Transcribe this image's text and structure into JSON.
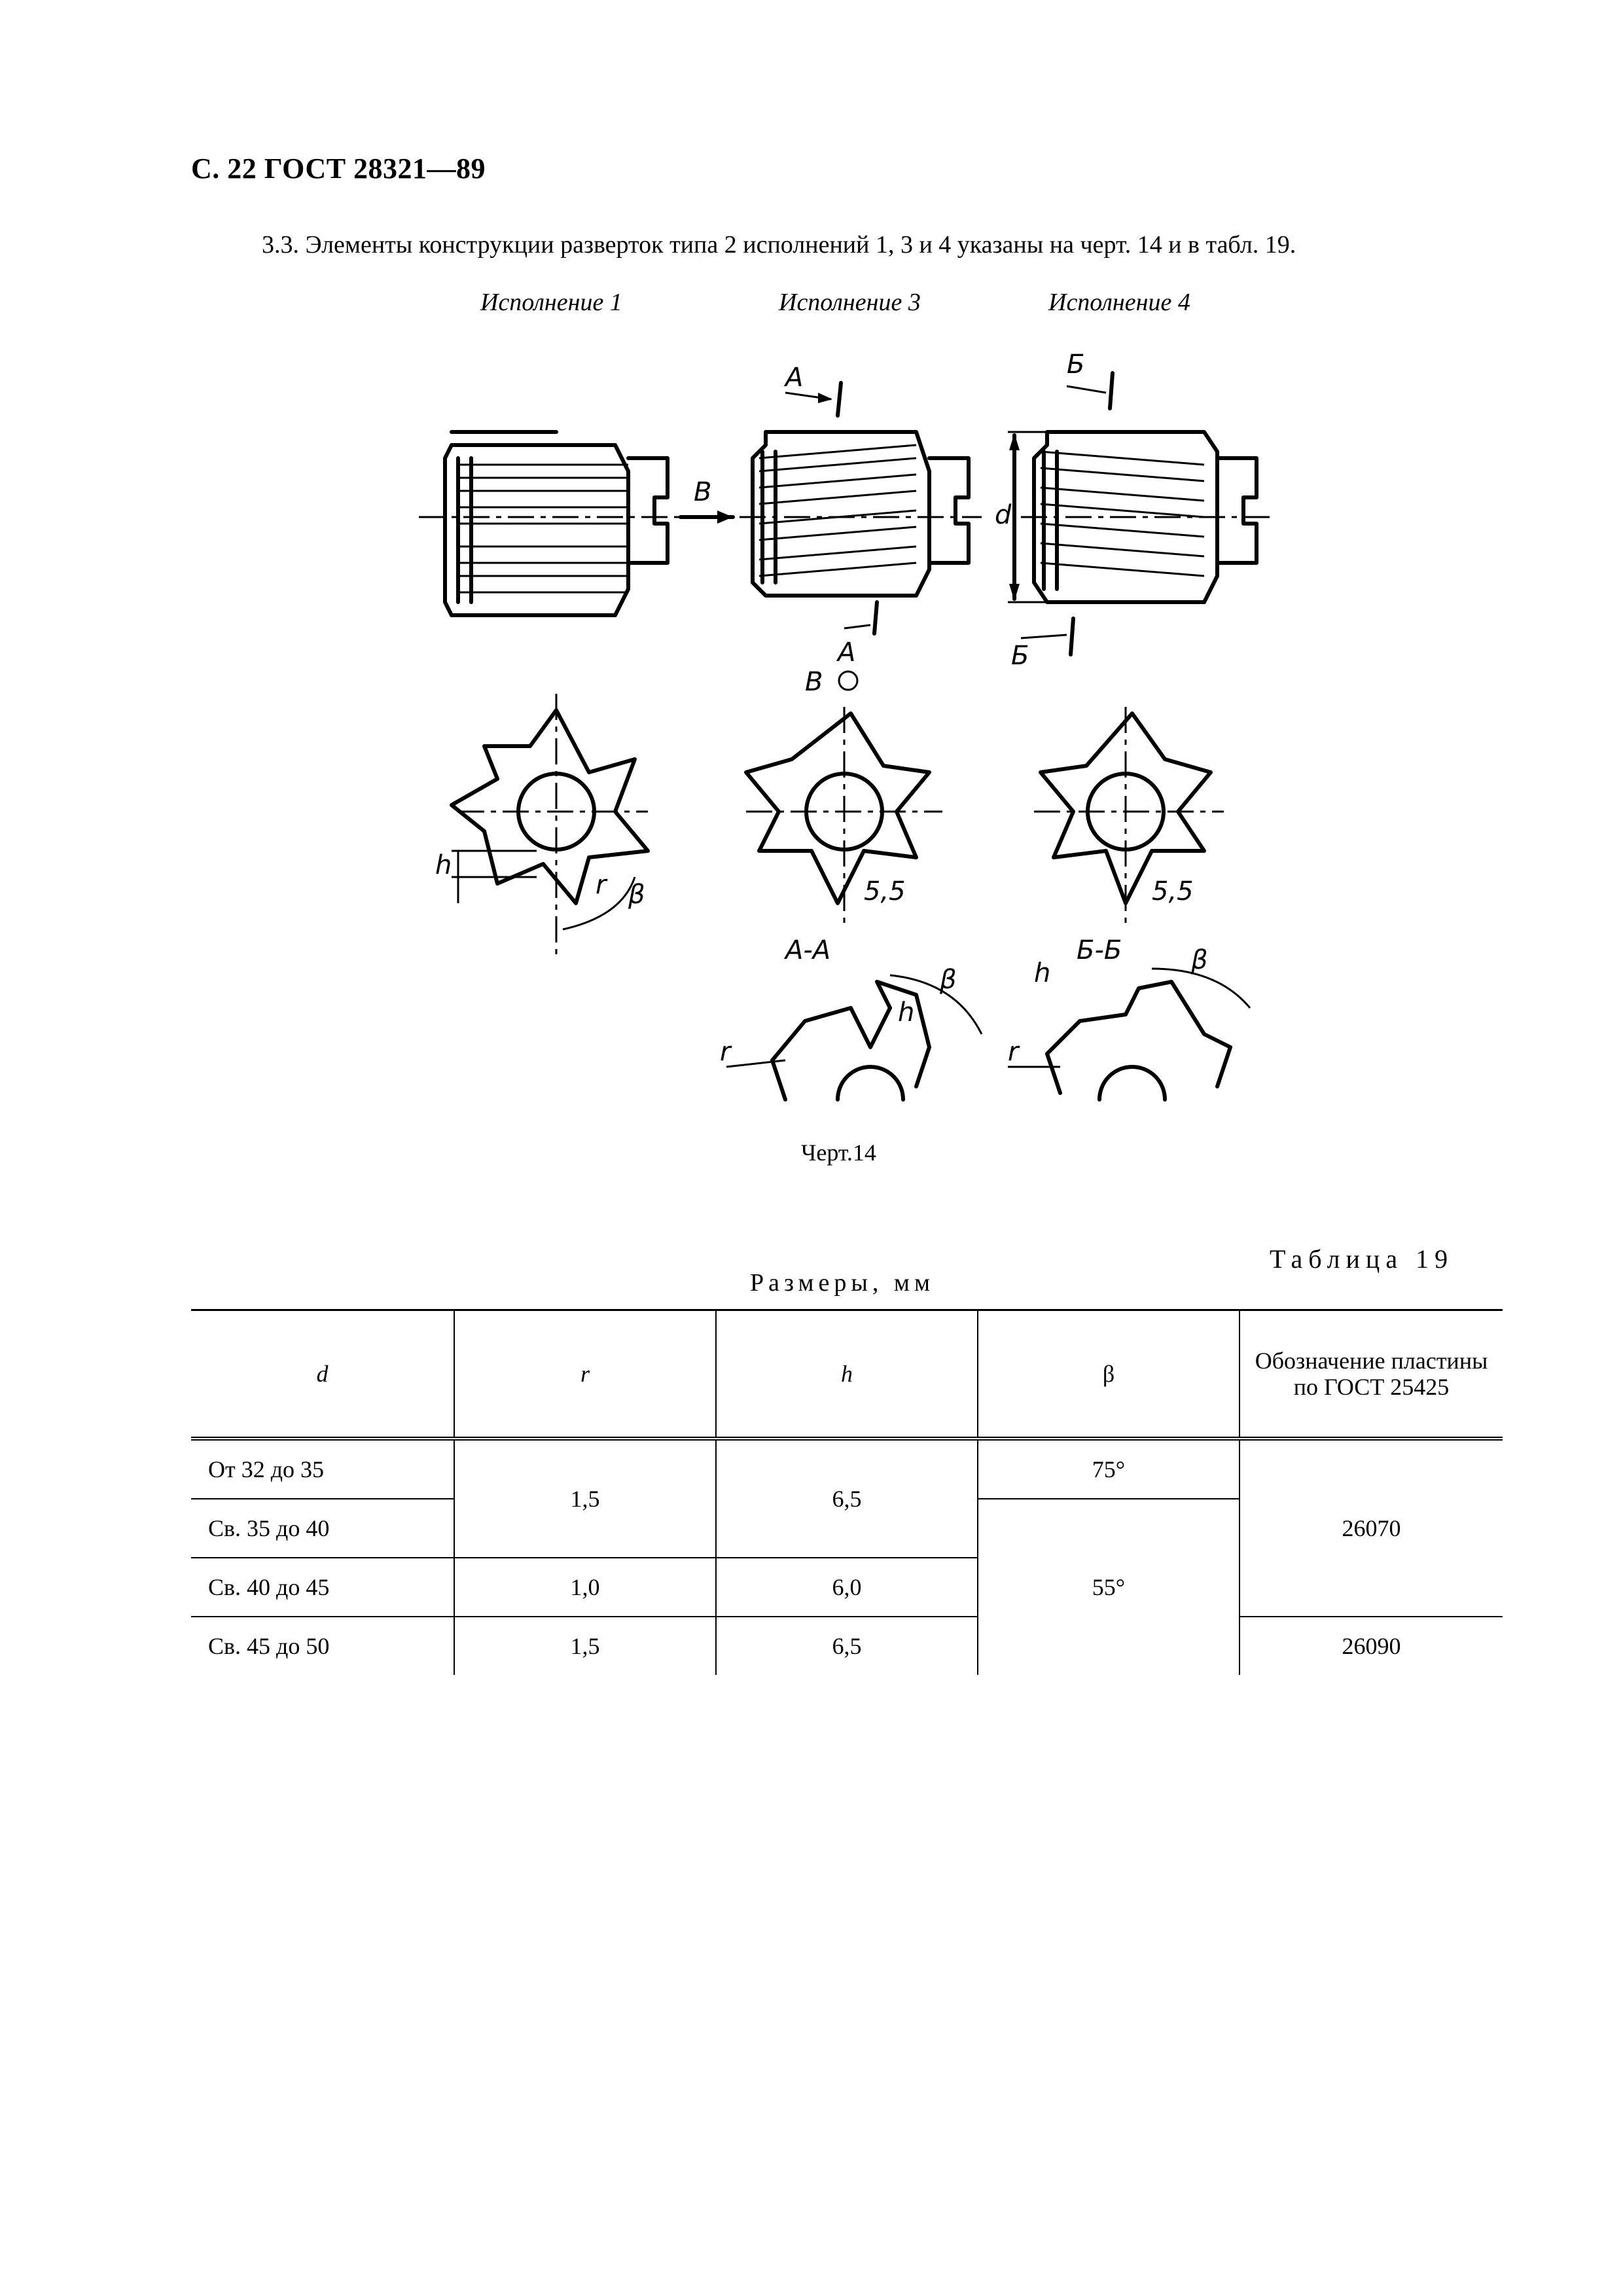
{
  "header": {
    "text": "С. 22 ГОСТ 28321—89"
  },
  "paragraph": {
    "text": "3.3. Элементы конструкции разверток типа 2 исполнений 1, 3 и 4 указаны на черт. 14 и в табл. 19."
  },
  "variants": [
    "Исполнение 1",
    "Исполнение 3",
    "Исполнение 4"
  ],
  "drawing_labels": {
    "section_a": "А",
    "section_b": "Б",
    "view_v": "В",
    "dim_d": "d",
    "dim_h": "h",
    "dim_r": "r",
    "beta": "β",
    "dim_55": "5,5",
    "section_aa": "А-А",
    "section_bb": "Б-Б"
  },
  "figure_caption": "Черт.14",
  "table": {
    "number_label": "Таблица 19",
    "units": "Размеры, мм",
    "headers": [
      "d",
      "r",
      "h",
      "β",
      "Обозначение пластины по ГОСТ 25425"
    ],
    "d_values": [
      "От 32 до 35",
      "Св. 35 до 40",
      "Св. 40 до 45",
      "Св. 45 до 50"
    ],
    "r_values": [
      "1,5",
      "1,0",
      "1,5"
    ],
    "h_values": [
      "6,5",
      "6,0",
      "6,5"
    ],
    "beta_values": [
      "75°",
      "55°"
    ],
    "plate_values": [
      "26070",
      "26090"
    ]
  }
}
